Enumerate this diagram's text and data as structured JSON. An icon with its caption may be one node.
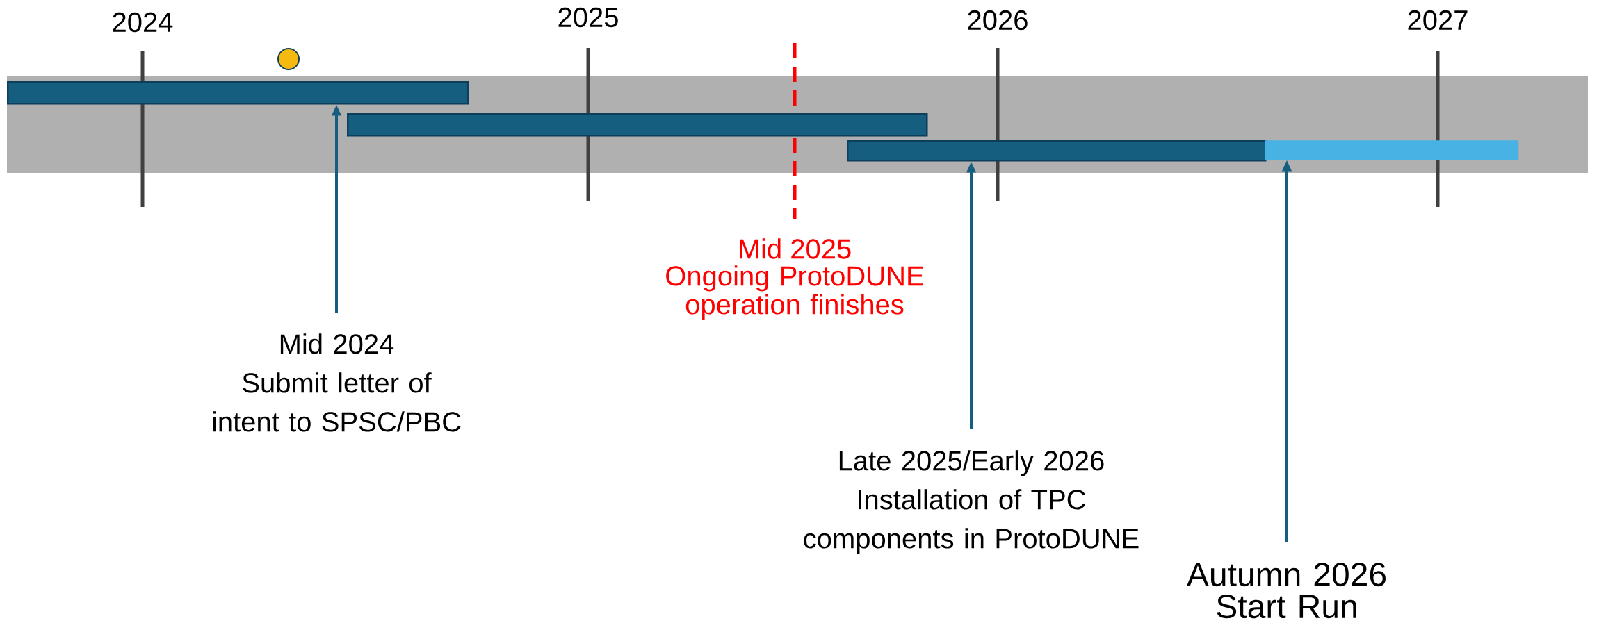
{
  "diagram": {
    "nodes": [
      {
        "text": [],
        "shape": "bar"
      },
      {
        "text": [],
        "shape": "bar"
      },
      {
        "text": [],
        "shape": "bar"
      },
      {
        "text": [],
        "shape": "bar"
      },
      {
        "text": [
          "Mid 2024",
          "Submit letter of intent to SPSC/PBC"
        ]
      },
      {
        "text": [
          "Late 2025/Early 2026",
          "Installation of TPC components in ProtoDUNE"
        ]
      },
      {
        "text": [
          "Autumn 2026",
          "Start Run"
        ]
      }
    ],
    "edges": [
      {
        "from": 4,
        "to": 0,
        "arrow": "to"
      },
      {
        "from": 5,
        "to": 2,
        "arrow": "to"
      },
      {
        "from": 6,
        "to": 3,
        "arrow": "to"
      }
    ],
    "labels": [
      "2024",
      "2025",
      "2026",
      "2027",
      "Mid 2025",
      "Ongoing ProtoDUNE operation finishes"
    ]
  }
}
